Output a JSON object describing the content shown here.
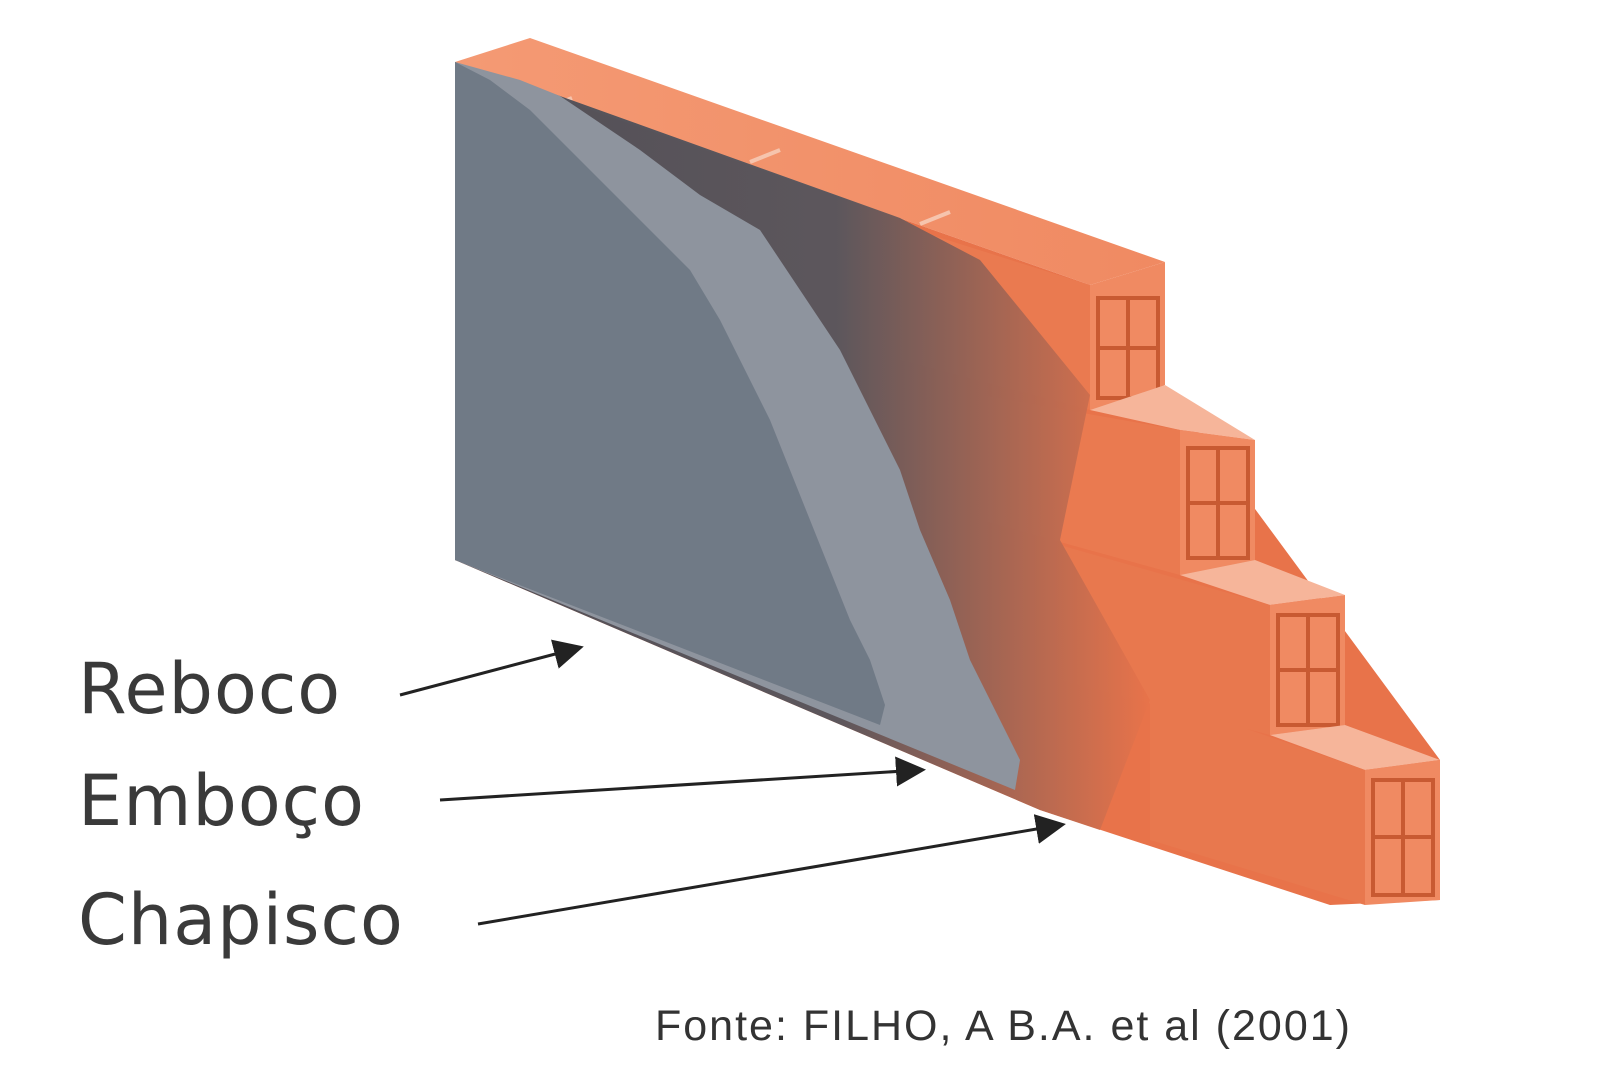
{
  "labels": {
    "reboco": "Reboco",
    "emboco": "Emboço",
    "chapisco": "Chapisco"
  },
  "caption": "Fonte: FILHO, A B.A. et al (2001)",
  "colors": {
    "brick": "#f07a4e",
    "brick_dark": "#d85f35",
    "reboco": "#707a86",
    "emboco": "#8e949e",
    "chapisco": "#4a4d57",
    "text": "#3a3a3a"
  }
}
